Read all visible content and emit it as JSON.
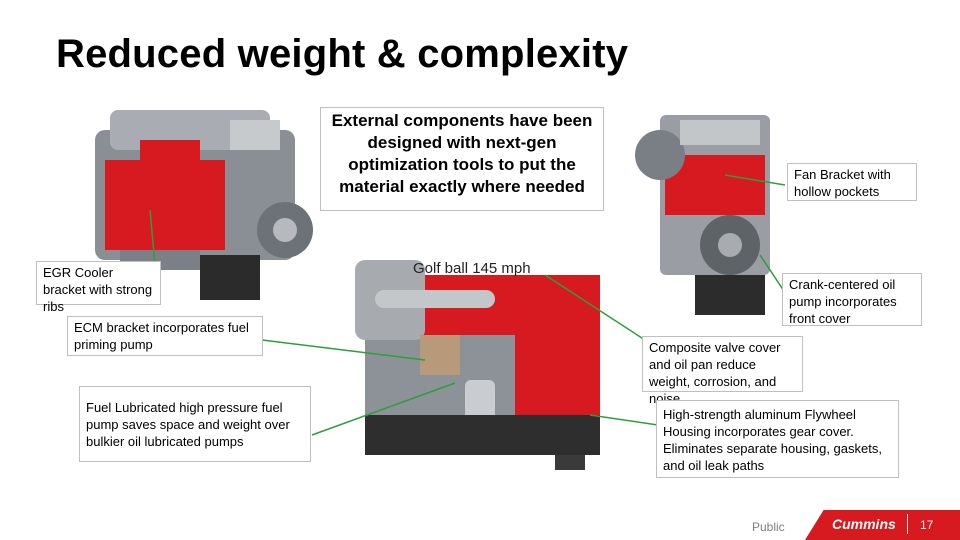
{
  "slide": {
    "title": "Reduced weight & complexity",
    "center_callout": "External components have been designed with next-gen optimization tools to put the material exactly where needed",
    "golf_ball_label": "Golf ball 145 mph",
    "callouts": {
      "egr": "EGR Cooler bracket with strong ribs",
      "ecm": "ECM bracket incorporates fuel priming pump",
      "fuel": "Fuel Lubricated high pressure fuel pump saves space and weight over bulkier oil lubricated pumps",
      "fan": "Fan Bracket with hollow pockets",
      "crank": "Crank-centered oil pump incorporates front cover",
      "valve": "Composite valve cover and oil pan reduce weight, corrosion, and noise",
      "flywheel": "High-strength aluminum Flywheel Housing incorporates gear cover. Eliminates separate housing, gaskets, and oil leak paths"
    }
  },
  "footer": {
    "classification": "Public",
    "logo_text": "Cummins",
    "page_number": "17"
  },
  "colors": {
    "accent_red": "#d71920",
    "arrow_green": "#2e9e3a",
    "border_gray": "#bfbfbf"
  }
}
